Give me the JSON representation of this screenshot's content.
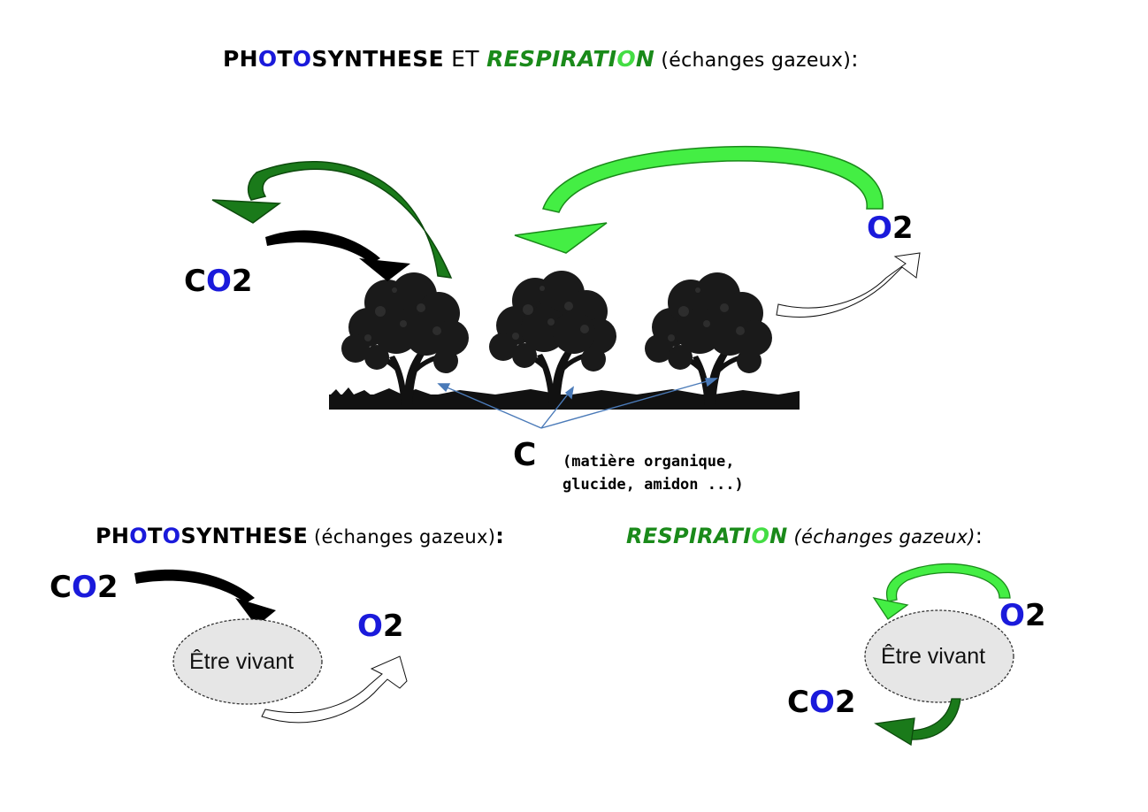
{
  "colors": {
    "black": "#000000",
    "blue": "#1a1adb",
    "dark_green": "#1a7a1a",
    "bright_green": "#44ee44",
    "connector_blue": "#4a7ab8",
    "ellipse_fill": "#e6e6e6"
  },
  "header": {
    "title_parts": [
      "PH",
      "O",
      "T",
      "O",
      "SYNTHESE",
      " ET ",
      "RESPIRATI",
      "O",
      "N",
      " (échanges gazeux)",
      ":"
    ]
  },
  "main_diagram": {
    "co2": {
      "c": "C",
      "o": "O",
      "n": "2"
    },
    "o2": {
      "o": "O",
      "n": "2"
    },
    "carbon": "C",
    "carbon_note_line1": "(matière organique,",
    "carbon_note_line2": "glucide, amidon ...)",
    "tree_icons": [
      "tree-icon",
      "tree-icon",
      "tree-icon"
    ]
  },
  "photosynthesis_panel": {
    "title_parts": [
      "PH",
      "O",
      "T",
      "O",
      "SYNTHESE",
      " (échanges gazeux)",
      ":"
    ],
    "co2": {
      "c": "C",
      "o": "O",
      "n": "2"
    },
    "o2": {
      "o": "O",
      "n": "2"
    },
    "organism": "Être vivant"
  },
  "respiration_panel": {
    "title_parts": [
      "RESPIRATI",
      "O",
      "N",
      " (échanges gazeux)",
      ":"
    ],
    "co2": {
      "c": "C",
      "o": "O",
      "n": "2"
    },
    "o2": {
      "o": "O",
      "n": "2"
    },
    "organism": "Être vivant"
  }
}
